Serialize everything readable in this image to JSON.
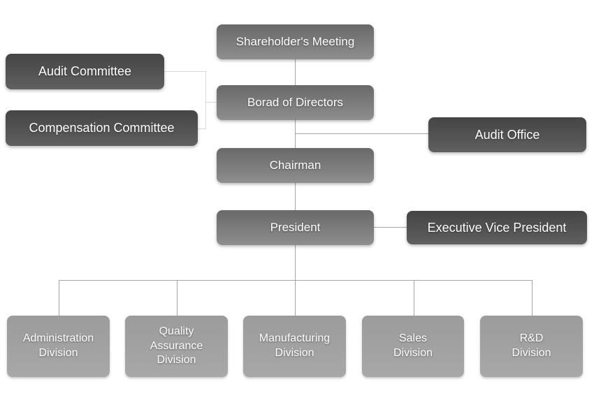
{
  "diagram": {
    "type": "org-chart",
    "nodes": {
      "shareholders_meeting": {
        "label": "Shareholder's Meeting",
        "tier": "medium"
      },
      "audit_committee": {
        "label": "Audit Committee",
        "tier": "dark"
      },
      "board_of_directors": {
        "label": "Borad of Directors",
        "tier": "medium"
      },
      "compensation_committee": {
        "label": "Compensation Committee",
        "tier": "dark"
      },
      "audit_office": {
        "label": "Audit Office",
        "tier": "dark"
      },
      "chairman": {
        "label": "Chairman",
        "tier": "medium"
      },
      "president": {
        "label": "President",
        "tier": "medium"
      },
      "executive_vice_president": {
        "label": "Executive Vice President",
        "tier": "dark"
      },
      "administration_division": {
        "label": "Administration\nDivision",
        "tier": "light"
      },
      "quality_assurance_division": {
        "label": "Quality\nAssurance\nDivision",
        "tier": "light"
      },
      "manufacturing_division": {
        "label": "Manufacturing\nDivision",
        "tier": "light"
      },
      "sales_division": {
        "label": "Sales\nDivision",
        "tier": "light"
      },
      "rnd_division": {
        "label": "R&D\nDivision",
        "tier": "light"
      }
    },
    "edges": [
      {
        "from": "shareholders_meeting",
        "to": "board_of_directors"
      },
      {
        "from": "audit_committee",
        "to": "board_of_directors"
      },
      {
        "from": "compensation_committee",
        "to": "board_of_directors"
      },
      {
        "from": "board_of_directors",
        "to": "audit_office"
      },
      {
        "from": "board_of_directors",
        "to": "chairman"
      },
      {
        "from": "chairman",
        "to": "president"
      },
      {
        "from": "president",
        "to": "executive_vice_president"
      },
      {
        "from": "president",
        "to": "administration_division"
      },
      {
        "from": "president",
        "to": "quality_assurance_division"
      },
      {
        "from": "president",
        "to": "manufacturing_division"
      },
      {
        "from": "president",
        "to": "sales_division"
      },
      {
        "from": "president",
        "to": "rnd_division"
      }
    ],
    "colors": {
      "node_dark": "#4a4a4a",
      "node_medium": "#757575",
      "node_light": "#a2a2a2",
      "connector": "#a6a6a6",
      "connector_light": "#d9d9d9",
      "text": "#ffffff",
      "background": "#ffffff"
    }
  }
}
